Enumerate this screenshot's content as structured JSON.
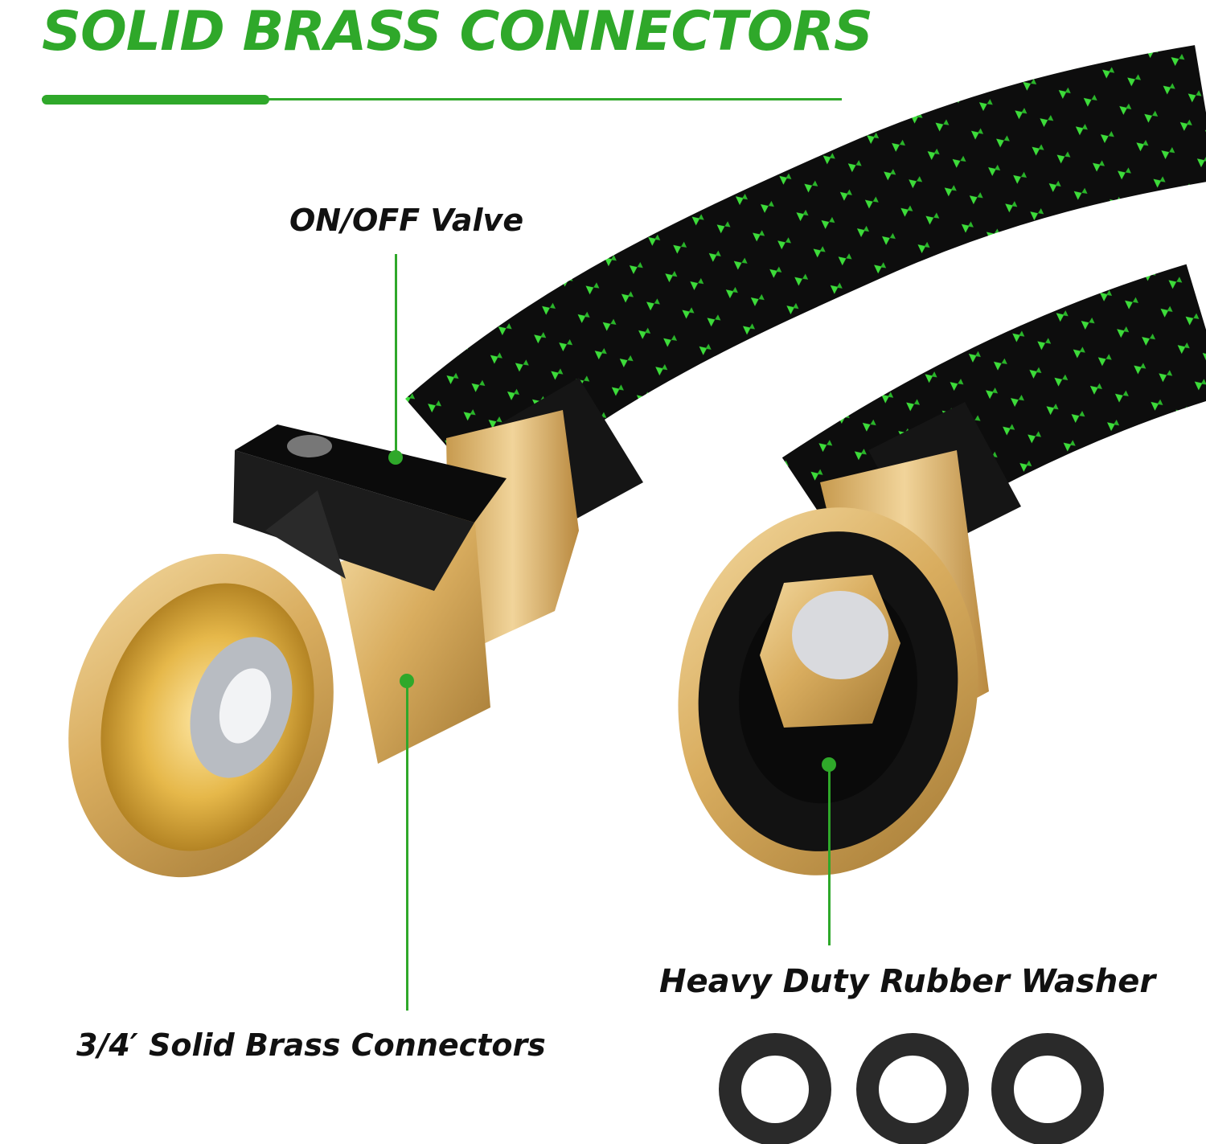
{
  "heading": {
    "title": "SOLID BRASS CONNECTORS"
  },
  "callouts": {
    "valve": "ON/OFF Valve",
    "brass": "3/4′ Solid Brass Connectors",
    "washer": "Heavy Duty Rubber Washer"
  },
  "colors": {
    "accent": "#2fa82a",
    "brass": "#d6a95a",
    "hose": "#111111",
    "hose_fleck": "#3ddc3a"
  },
  "washer_count": 3
}
